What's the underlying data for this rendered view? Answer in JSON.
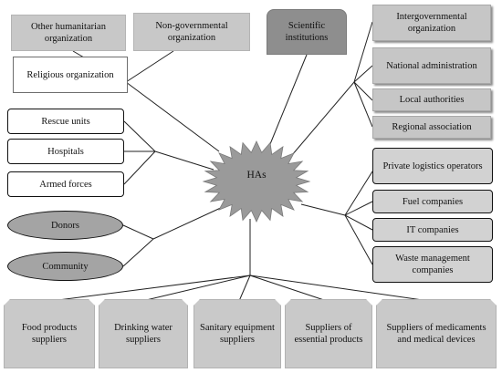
{
  "hub": {
    "label": "HAs",
    "fill": "#9a9a9a"
  },
  "nodes": {
    "other_humanitarian": "Other humanitarian organization",
    "ngo": "Non-governmental organization",
    "scientific": "Scientific institutions",
    "intergovernmental": "Intergovernmental organization",
    "national_admin": "National administration",
    "local_auth": "Local authorities",
    "regional_assoc": "Regional association",
    "religious": "Religious organization",
    "rescue": "Rescue units",
    "hospitals": "Hospitals",
    "armed": "Armed forces",
    "donors": "Donors",
    "community": "Community",
    "private_logistics": "Private logistics operators",
    "fuel": "Fuel companies",
    "it": "IT companies",
    "waste": "Waste management companies",
    "food": "Food products suppliers",
    "water": "Drinking water suppliers",
    "sanitary": "Sanitary equipment suppliers",
    "essential": "Suppliers of essential products",
    "medical": "Suppliers of medicaments and medical devices"
  }
}
